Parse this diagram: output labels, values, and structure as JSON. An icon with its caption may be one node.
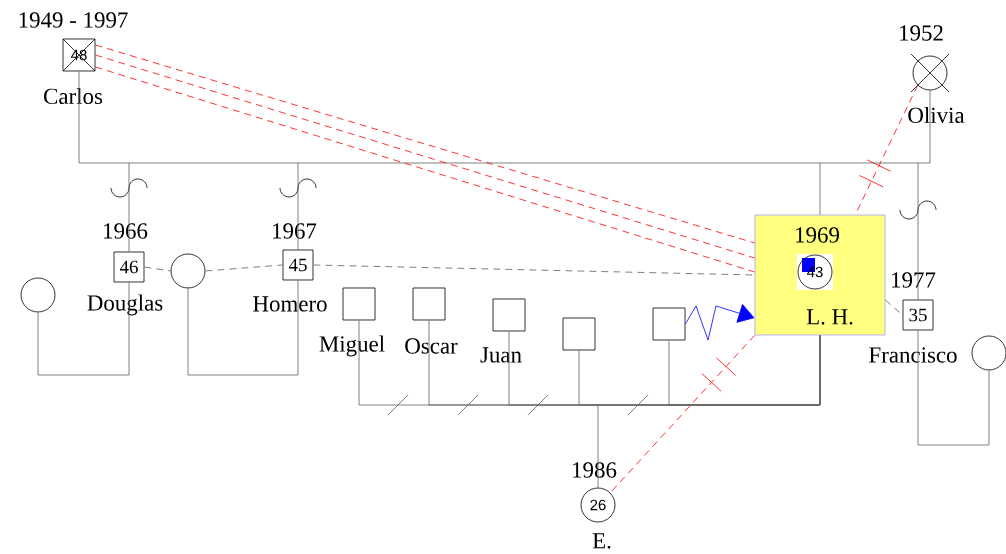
{
  "diagram": {
    "nodes": [
      {
        "text": [
          "48"
        ],
        "beside": [
          "1949 - 1997",
          "Carlos"
        ]
      },
      {
        "text": [],
        "shape": "circle",
        "beside": [
          "1952",
          "Olivia"
        ]
      },
      {
        "text": [
          "46"
        ],
        "beside": [
          "1966",
          "Douglas"
        ]
      },
      {
        "text": [
          "45"
        ],
        "beside": [
          "1967",
          "Homero"
        ]
      },
      {
        "text": [
          "1969",
          "L. H."
        ]
      },
      {
        "text": [
          "43"
        ],
        "in": 4
      },
      {
        "text": [
          "35"
        ],
        "beside": [
          "1977",
          "Francisco"
        ]
      },
      {
        "text": [],
        "shape": "circle"
      },
      {
        "text": [],
        "shape": "circle"
      },
      {
        "text": [],
        "shape": "box",
        "beside": [
          "Miguel"
        ]
      },
      {
        "text": [],
        "shape": "box",
        "beside": [
          "Oscar"
        ]
      },
      {
        "text": [],
        "shape": "box",
        "beside": [
          "Juan"
        ]
      },
      {
        "text": [],
        "shape": "box"
      },
      {
        "text": [],
        "shape": "box"
      },
      {
        "text": [
          "26"
        ],
        "beside": [
          "1986",
          "E."
        ]
      },
      {
        "text": [],
        "shape": "circle"
      }
    ],
    "edges": [
      {
        "from": 0,
        "to": 1,
        "arrow": "none"
      },
      {
        "from": null,
        "to": 2,
        "arrow": "none"
      },
      {
        "from": null,
        "to": 3,
        "arrow": "none"
      },
      {
        "from": null,
        "to": 4,
        "arrow": "none"
      },
      {
        "from": null,
        "to": 6,
        "arrow": "none"
      },
      {
        "from": 2,
        "to": 7,
        "arrow": "none"
      },
      {
        "from": 3,
        "to": 8,
        "arrow": "none"
      },
      {
        "from": 6,
        "to": 15,
        "arrow": "none"
      },
      {
        "from": 4,
        "to": 9,
        "arrow": "none"
      },
      {
        "from": 4,
        "to": 10,
        "arrow": "none"
      },
      {
        "from": 4,
        "to": 11,
        "arrow": "none"
      },
      {
        "from": 4,
        "to": 12,
        "arrow": "none"
      },
      {
        "from": 4,
        "to": 13,
        "arrow": "none"
      },
      {
        "from": null,
        "to": 14,
        "arrow": "none"
      },
      {
        "from": 2,
        "to": 8,
        "arrow": "none",
        "style": "dashed"
      },
      {
        "from": 8,
        "to": 3,
        "arrow": "none",
        "style": "dashed"
      },
      {
        "from": 3,
        "to": 4,
        "arrow": "none",
        "style": "dashed"
      },
      {
        "from": 4,
        "to": 6,
        "arrow": "none",
        "style": "dashed"
      },
      {
        "from": 0,
        "to": 4,
        "arrow": "none",
        "style": "dashed",
        "color": "#ff0000"
      },
      {
        "from": 1,
        "to": 4,
        "arrow": "none",
        "style": "dashed",
        "color": "#ff0000"
      },
      {
        "from": 4,
        "to": 14,
        "arrow": "none",
        "style": "dashed",
        "color": "#ff0000"
      },
      {
        "from": 13,
        "to": 4,
        "arrow": "to",
        "color": "#0000ff"
      }
    ]
  }
}
